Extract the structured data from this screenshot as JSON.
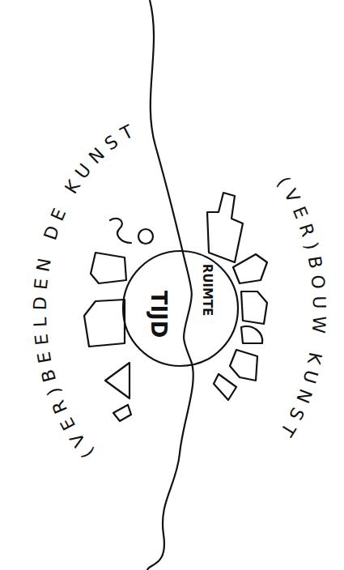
{
  "diagram": {
    "nodes": [
      {
        "text": [
          "TIJD",
          "RUIMTE"
        ]
      }
    ],
    "labels": [
      "(VER)BEELDEN DE KUNST",
      "(VER)BOUW KUNST"
    ]
  }
}
